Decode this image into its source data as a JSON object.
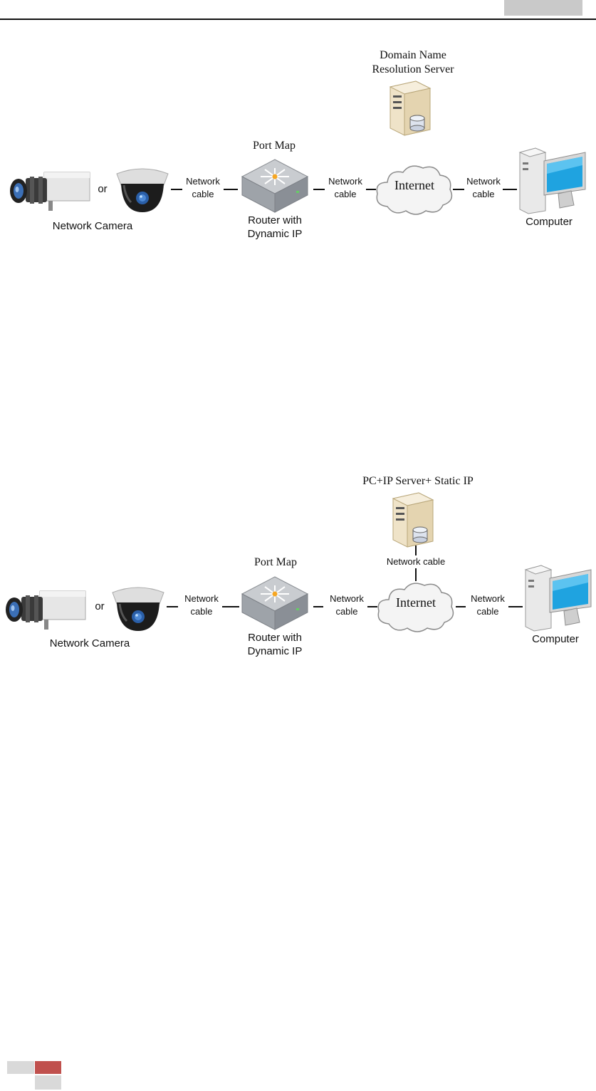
{
  "diagram_1": {
    "server_label": [
      "Domain Name",
      "Resolution Server"
    ],
    "router_title": "Port Map",
    "router_label": [
      "Router  with",
      "Dynamic IP"
    ],
    "or_label": "or",
    "camera_label": "Network Camera",
    "cloud_label": "Internet",
    "computer_label": "Computer",
    "cables": [
      [
        "Network",
        "cable"
      ],
      [
        "Network",
        "cable"
      ],
      [
        "Network",
        "cable"
      ]
    ]
  },
  "diagram_2": {
    "server_label": "PC+IP Server+ Static IP",
    "server_cable_label": "Network cable",
    "router_title": "Port Map",
    "router_label": [
      "Router  with",
      "Dynamic IP"
    ],
    "or_label": "or",
    "camera_label": "Network Camera",
    "cloud_label": "Internet",
    "computer_label": "Computer",
    "cables": [
      [
        "Network",
        "cable"
      ],
      [
        "Network",
        "cable"
      ],
      [
        "Network",
        "cable"
      ]
    ]
  },
  "colors": {
    "header_tab": "#c9c9c9",
    "footer_red": "#c0504d",
    "footer_gray": "#d9d9d9",
    "screen_blue": "#1fa3e0"
  }
}
